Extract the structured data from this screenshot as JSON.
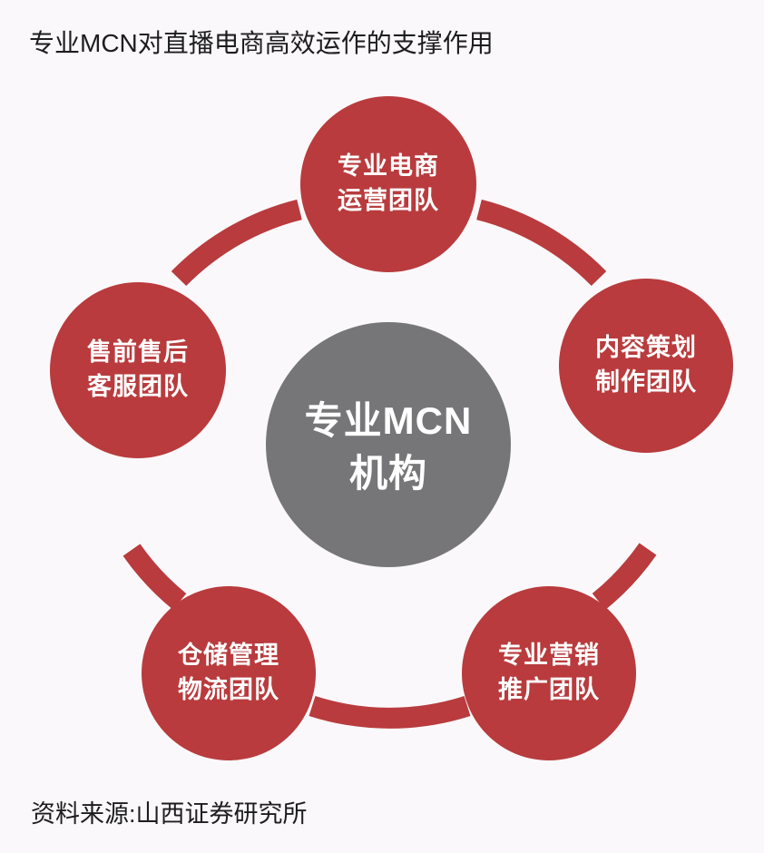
{
  "title": "专业MCN对直播电商高效运作的支撑作用",
  "source": "资料来源:山西证券研究所",
  "colors": {
    "background": "#faf8fa",
    "node_red": "#b93b3d",
    "arc_red": "#b93b3d",
    "hub_gray": "#767678",
    "text_on_shape": "#ffffff",
    "title_text": "#1d1d1f"
  },
  "diagram": {
    "type": "radial-hub-and-spoke",
    "hub": {
      "line1": "专业MCN",
      "line2": "机构"
    },
    "nodes": [
      {
        "position": "top",
        "line1": "专业电商",
        "line2": "运营团队"
      },
      {
        "position": "right",
        "line1": "内容策划",
        "line2": "制作团队"
      },
      {
        "position": "bottom-right",
        "line1": "专业营销",
        "line2": "推广团队"
      },
      {
        "position": "bottom-left",
        "line1": "仓储管理",
        "line2": "物流团队"
      },
      {
        "position": "left",
        "line1": "售前售后",
        "line2": "客服团队"
      }
    ]
  }
}
